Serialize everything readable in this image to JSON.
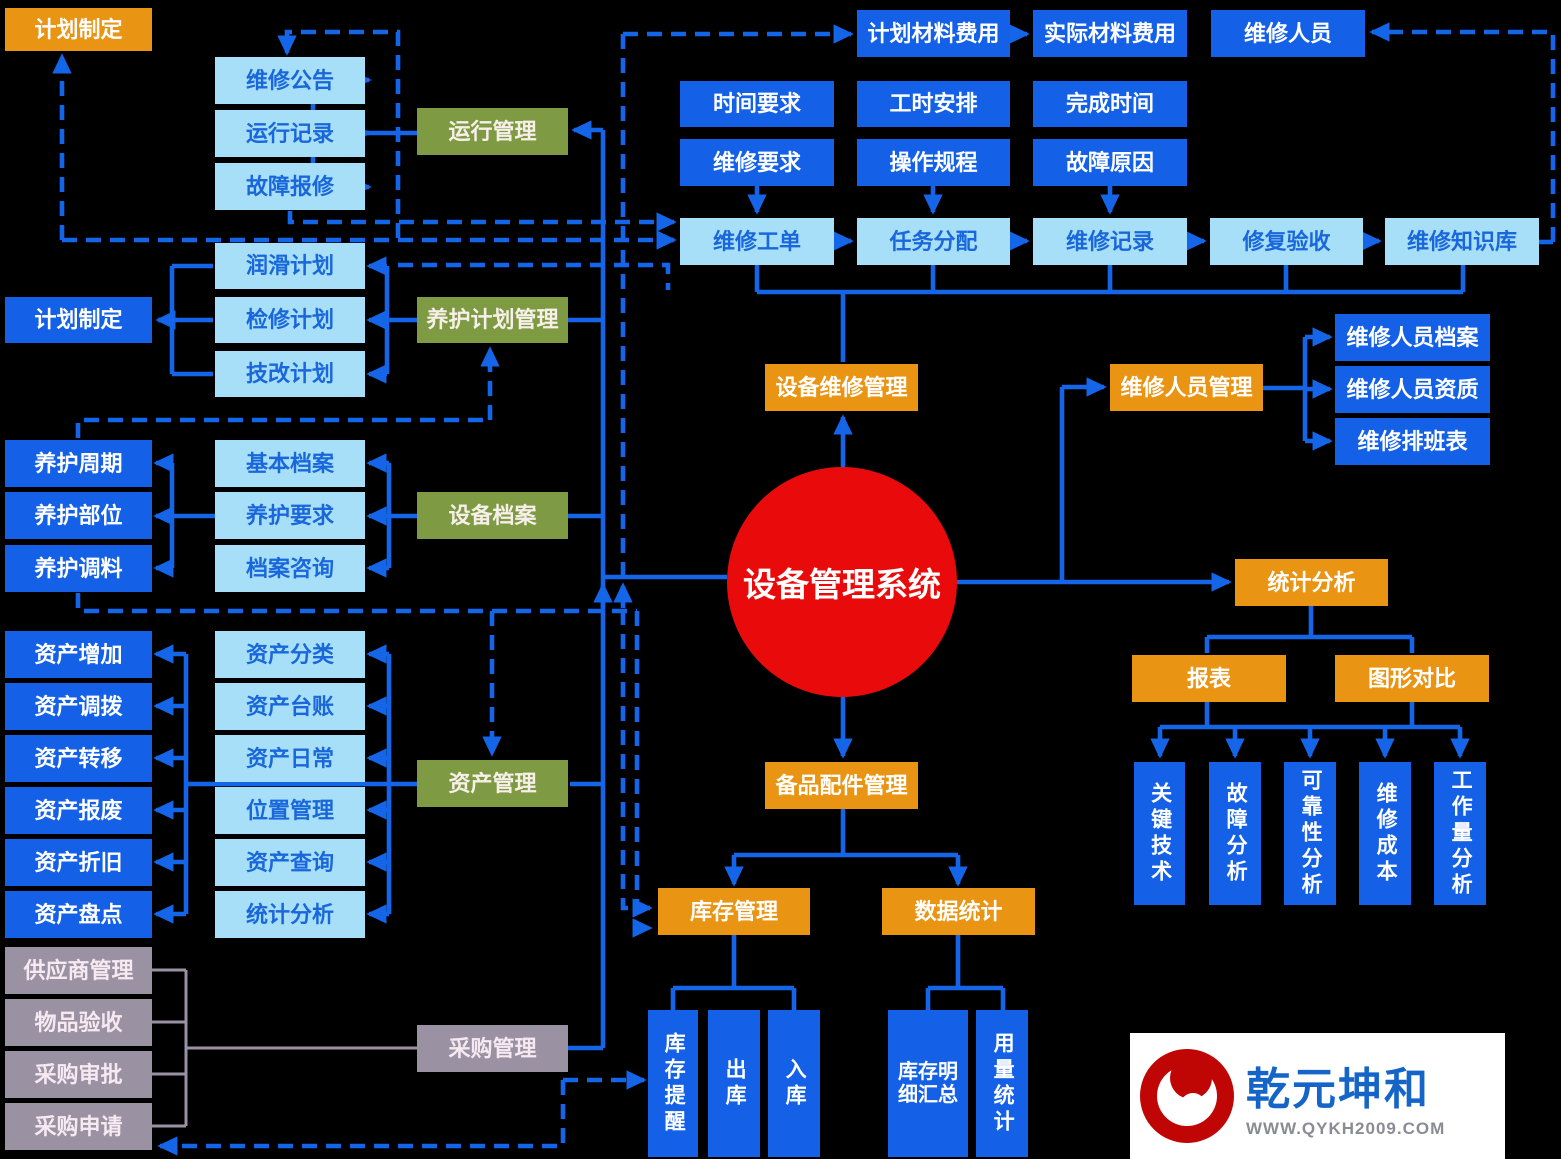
{
  "center": {
    "label": "设备管理系统"
  },
  "logo": {
    "brand": "乾元坤和",
    "url": "WWW.QYKH2009.COM"
  },
  "colors": {
    "orange": "#EA9414",
    "green": "#7E9B43",
    "lightblue": "#A7DFF8",
    "lightblue_text": "#1A67DB",
    "blue": "#1461E8",
    "purple": "#9A91A2",
    "wire": "#1565E8",
    "red": "#E90B0B",
    "background": "#000000"
  },
  "nodes": [
    {
      "id": "plan-making-top",
      "label": "计划制定",
      "color": "orange"
    },
    {
      "id": "repair-notice",
      "label": "维修公告",
      "color": "lightblue"
    },
    {
      "id": "operation-record",
      "label": "运行记录",
      "color": "lightblue"
    },
    {
      "id": "fault-report",
      "label": "故障报修",
      "color": "lightblue"
    },
    {
      "id": "operation-mgmt",
      "label": "运行管理",
      "color": "green"
    },
    {
      "id": "lubrication-plan",
      "label": "润滑计划",
      "color": "lightblue"
    },
    {
      "id": "overhaul-plan",
      "label": "检修计划",
      "color": "lightblue"
    },
    {
      "id": "modification-plan",
      "label": "技改计划",
      "color": "lightblue"
    },
    {
      "id": "plan-making",
      "label": "计划制定",
      "color": "blue"
    },
    {
      "id": "maintenance-plan-mgmt",
      "label": "养护计划管理",
      "color": "green"
    },
    {
      "id": "maintenance-cycle",
      "label": "养护周期",
      "color": "blue"
    },
    {
      "id": "maintenance-part",
      "label": "养护部位",
      "color": "blue"
    },
    {
      "id": "maintenance-material",
      "label": "养护调料",
      "color": "blue"
    },
    {
      "id": "basic-archive",
      "label": "基本档案",
      "color": "lightblue"
    },
    {
      "id": "maintenance-require",
      "label": "养护要求",
      "color": "lightblue"
    },
    {
      "id": "archive-query",
      "label": "档案咨询",
      "color": "lightblue"
    },
    {
      "id": "equipment-archive",
      "label": "设备档案",
      "color": "green"
    },
    {
      "id": "asset-add",
      "label": "资产增加",
      "color": "blue"
    },
    {
      "id": "asset-allocate",
      "label": "资产调拨",
      "color": "blue"
    },
    {
      "id": "asset-transfer",
      "label": "资产转移",
      "color": "blue"
    },
    {
      "id": "asset-scrap",
      "label": "资产报废",
      "color": "blue"
    },
    {
      "id": "asset-depreciate",
      "label": "资产折旧",
      "color": "blue"
    },
    {
      "id": "asset-check",
      "label": "资产盘点",
      "color": "blue"
    },
    {
      "id": "asset-classify",
      "label": "资产分类",
      "color": "lightblue"
    },
    {
      "id": "asset-ledger",
      "label": "资产台账",
      "color": "lightblue"
    },
    {
      "id": "asset-daily",
      "label": "资产日常",
      "color": "lightblue"
    },
    {
      "id": "location-mgmt",
      "label": "位置管理",
      "color": "lightblue"
    },
    {
      "id": "asset-query",
      "label": "资产查询",
      "color": "lightblue"
    },
    {
      "id": "stat-analysis-asset",
      "label": "统计分析",
      "color": "lightblue"
    },
    {
      "id": "asset-mgmt",
      "label": "资产管理",
      "color": "green"
    },
    {
      "id": "supplier-mgmt",
      "label": "供应商管理",
      "color": "purple"
    },
    {
      "id": "goods-accept",
      "label": "物品验收",
      "color": "purple"
    },
    {
      "id": "purchase-approve",
      "label": "采购审批",
      "color": "purple"
    },
    {
      "id": "purchase-request",
      "label": "采购申请",
      "color": "purple"
    },
    {
      "id": "purchase-mgmt",
      "label": "采购管理",
      "color": "purple"
    },
    {
      "id": "planned-material-cost",
      "label": "计划材料费用",
      "color": "blue"
    },
    {
      "id": "actual-material-cost",
      "label": "实际材料费用",
      "color": "blue"
    },
    {
      "id": "repair-staff",
      "label": "维修人员",
      "color": "blue"
    },
    {
      "id": "time-require",
      "label": "时间要求",
      "color": "blue"
    },
    {
      "id": "workhour-arrange",
      "label": "工时安排",
      "color": "blue"
    },
    {
      "id": "finish-time",
      "label": "完成时间",
      "color": "blue"
    },
    {
      "id": "repair-require",
      "label": "维修要求",
      "color": "blue"
    },
    {
      "id": "operation-procedure",
      "label": "操作规程",
      "color": "blue"
    },
    {
      "id": "fault-cause",
      "label": "故障原因",
      "color": "blue"
    },
    {
      "id": "repair-workorder",
      "label": "维修工单",
      "color": "lightblue"
    },
    {
      "id": "task-assign",
      "label": "任务分配",
      "color": "lightblue"
    },
    {
      "id": "repair-record",
      "label": "维修记录",
      "color": "lightblue"
    },
    {
      "id": "repair-accept",
      "label": "修复验收",
      "color": "lightblue"
    },
    {
      "id": "repair-knowledge",
      "label": "维修知识库",
      "color": "lightblue"
    },
    {
      "id": "equipment-repair-mgmt",
      "label": "设备维修管理",
      "color": "orange"
    },
    {
      "id": "repair-staff-mgmt",
      "label": "维修人员管理",
      "color": "orange"
    },
    {
      "id": "repair-staff-archive",
      "label": "维修人员档案",
      "color": "blue"
    },
    {
      "id": "repair-staff-qualify",
      "label": "维修人员资质",
      "color": "blue"
    },
    {
      "id": "repair-schedule",
      "label": "维修排班表",
      "color": "blue"
    },
    {
      "id": "stat-analysis",
      "label": "统计分析",
      "color": "orange"
    },
    {
      "id": "report",
      "label": "报表",
      "color": "orange"
    },
    {
      "id": "graph-compare",
      "label": "图形对比",
      "color": "orange"
    },
    {
      "id": "key-tech",
      "label": "关键技术",
      "color": "blue"
    },
    {
      "id": "fault-analysis",
      "label": "故障分析",
      "color": "blue"
    },
    {
      "id": "reliability-analysis",
      "label": "可靠性分析",
      "color": "blue"
    },
    {
      "id": "repair-cost",
      "label": "维修成本",
      "color": "blue"
    },
    {
      "id": "workload-analysis",
      "label": "工作量分析",
      "color": "blue"
    },
    {
      "id": "spare-parts-mgmt",
      "label": "备品配件管理",
      "color": "orange"
    },
    {
      "id": "inventory-mgmt",
      "label": "库存管理",
      "color": "orange"
    },
    {
      "id": "data-stat",
      "label": "数据统计",
      "color": "orange"
    },
    {
      "id": "inventory-alert",
      "label": "库存提醒",
      "color": "blue"
    },
    {
      "id": "outbound",
      "label": "出库",
      "color": "blue"
    },
    {
      "id": "inbound",
      "label": "入库",
      "color": "blue"
    },
    {
      "id": "inventory-detail",
      "label": "库存明细汇总",
      "color": "blue"
    },
    {
      "id": "usage-stat",
      "label": "用量统计",
      "color": "blue"
    }
  ]
}
